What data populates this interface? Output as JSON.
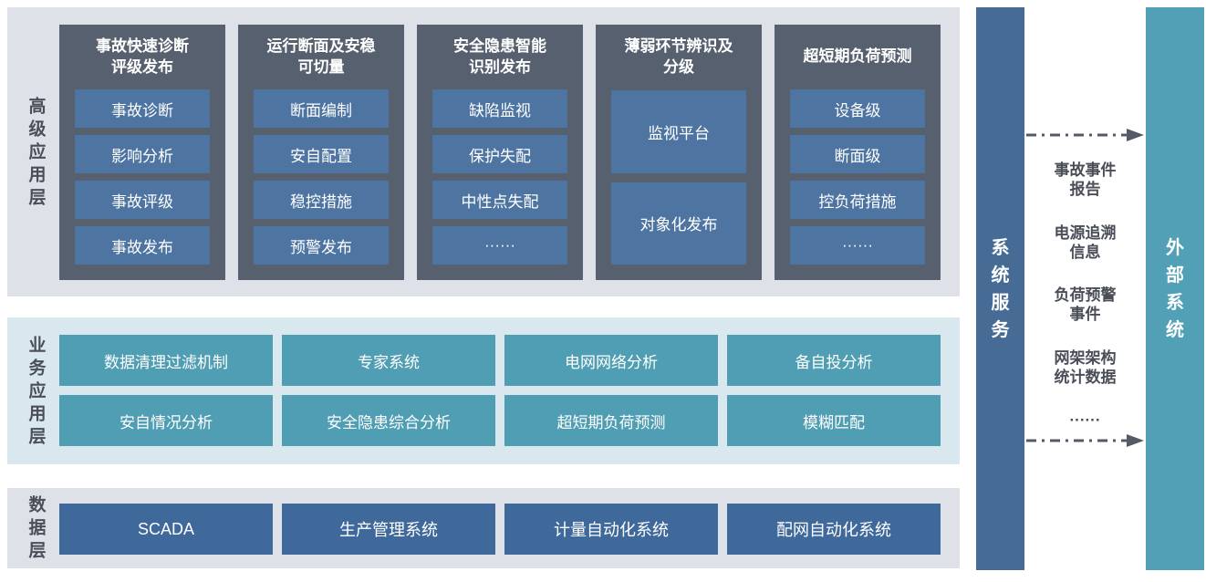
{
  "colors": {
    "layer_bg_gray": "#dfe1e9",
    "layer_bg_blue": "#d9e8ee",
    "module_group_bg": "#57606f",
    "module_item_bg": "#4e74a2",
    "business_box_bg": "#4f9eb3",
    "data_box_bg": "#3f689b",
    "system_service_bar_bg": "#466c95",
    "external_system_bar_bg": "#52a0b5",
    "label_text": "#4a4e58",
    "arrow": "#545a66",
    "box_text": "#ffffff"
  },
  "layers": {
    "advanced": {
      "label": "高级应用层",
      "columns": [
        {
          "title": "事故快速诊断\n评级发布",
          "items": [
            "事故诊断",
            "影响分析",
            "事故评级",
            "事故发布"
          ]
        },
        {
          "title": "运行断面及安稳\n可切量",
          "items": [
            "断面编制",
            "安自配置",
            "稳控措施",
            "预警发布"
          ]
        },
        {
          "title": "安全隐患智能\n识别发布",
          "items": [
            "缺陷监视",
            "保护失配",
            "中性点失配",
            "······"
          ]
        },
        {
          "title": "薄弱环节辨识及\n分级",
          "items": [
            "监视平台",
            "对象化发布"
          ]
        },
        {
          "title": "超短期负荷预测",
          "items": [
            "设备级",
            "断面级",
            "控负荷措施",
            "······"
          ]
        }
      ]
    },
    "business": {
      "label": "业务应用层",
      "rows": [
        [
          "数据清理过滤机制",
          "专家系统",
          "电网网络分析",
          "备自投分析"
        ],
        [
          "安自情况分析",
          "安全隐患综合分析",
          "超短期负荷预测",
          "模糊匹配"
        ]
      ]
    },
    "data": {
      "label": "数据层",
      "items": [
        "SCADA",
        "生产管理系统",
        "计量自动化系统",
        "配网自动化系统"
      ]
    }
  },
  "system_service_bar": {
    "label": "系统服务"
  },
  "external_system_bar": {
    "label": "外部系统"
  },
  "exchange": {
    "items": [
      "事故事件\n报告",
      "电源追溯\n信息",
      "负荷预警\n事件",
      "网架架构\n统计数据",
      "······"
    ]
  }
}
